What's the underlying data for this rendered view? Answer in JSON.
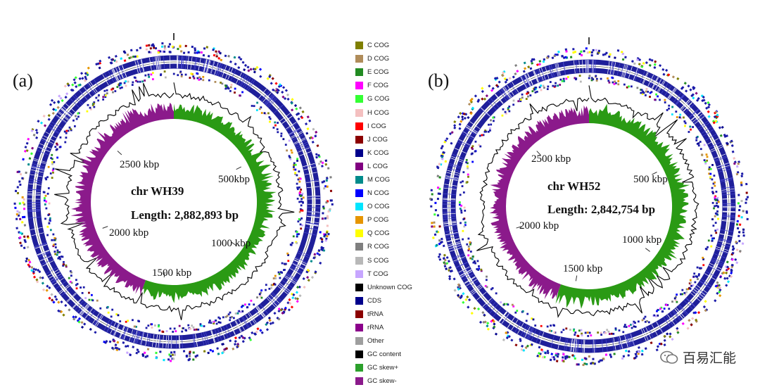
{
  "legend": [
    {
      "label": "C COG",
      "color": "#7f7f00"
    },
    {
      "label": "D COG",
      "color": "#b08c5a"
    },
    {
      "label": "E COG",
      "color": "#228b22"
    },
    {
      "label": "F COG",
      "color": "#ff00ff"
    },
    {
      "label": "G COG",
      "color": "#33ff33"
    },
    {
      "label": "H COG",
      "color": "#f4c0c0"
    },
    {
      "label": "I COG",
      "color": "#ff0000"
    },
    {
      "label": "J COG",
      "color": "#8b0000"
    },
    {
      "label": "K COG",
      "color": "#00008b"
    },
    {
      "label": "L COG",
      "color": "#800080"
    },
    {
      "label": "M COG",
      "color": "#008b8b"
    },
    {
      "label": "N COG",
      "color": "#0000ff"
    },
    {
      "label": "O COG",
      "color": "#00e5ff"
    },
    {
      "label": "P COG",
      "color": "#e69500"
    },
    {
      "label": "Q COG",
      "color": "#ffff00"
    },
    {
      "label": "R COG",
      "color": "#7f7f7f"
    },
    {
      "label": "S COG",
      "color": "#b8b8b8"
    },
    {
      "label": "T COG",
      "color": "#c7a6ff"
    },
    {
      "label": "Unknown COG",
      "color": "#000000"
    },
    {
      "label": "CDS",
      "color": "#00008b"
    },
    {
      "label": "tRNA",
      "color": "#8b0000"
    },
    {
      "label": "rRNA",
      "color": "#8b008b"
    },
    {
      "label": "Other",
      "color": "#9e9e9e"
    },
    {
      "label": "GC content",
      "color": "#000000"
    },
    {
      "label": "GC skew+",
      "color": "#2ca02c"
    },
    {
      "label": "GC skew-",
      "color": "#8b1a8b"
    }
  ],
  "panels": [
    {
      "letter": "(a)",
      "chr_name": "chr  WH39",
      "length_text": "Length: 2,882,893 bp",
      "genome_length_bp": 2882893,
      "ticks": [
        {
          "label": "500kbp",
          "bp": 500000
        },
        {
          "label": "1000 kbp",
          "bp": 1000000
        },
        {
          "label": "1500 kbp",
          "bp": 1500000
        },
        {
          "label": "2000 kbp",
          "bp": 2000000
        },
        {
          "label": "2500 kbp",
          "bp": 2500000
        }
      ]
    },
    {
      "letter": "(b)",
      "chr_name": "chr  WH52",
      "length_text": "Length: 2,842,754 bp",
      "genome_length_bp": 2842754,
      "ticks": [
        {
          "label": "500 kbp",
          "bp": 500000
        },
        {
          "label": "1000 kbp",
          "bp": 1000000
        },
        {
          "label": "1500 kbp",
          "bp": 1500000
        },
        {
          "label": "2000 kbp",
          "bp": 2000000
        },
        {
          "label": "2500 kbp",
          "bp": 2500000
        }
      ]
    }
  ],
  "watermark": {
    "text": "百易汇能",
    "icon": "wechat-icon"
  }
}
